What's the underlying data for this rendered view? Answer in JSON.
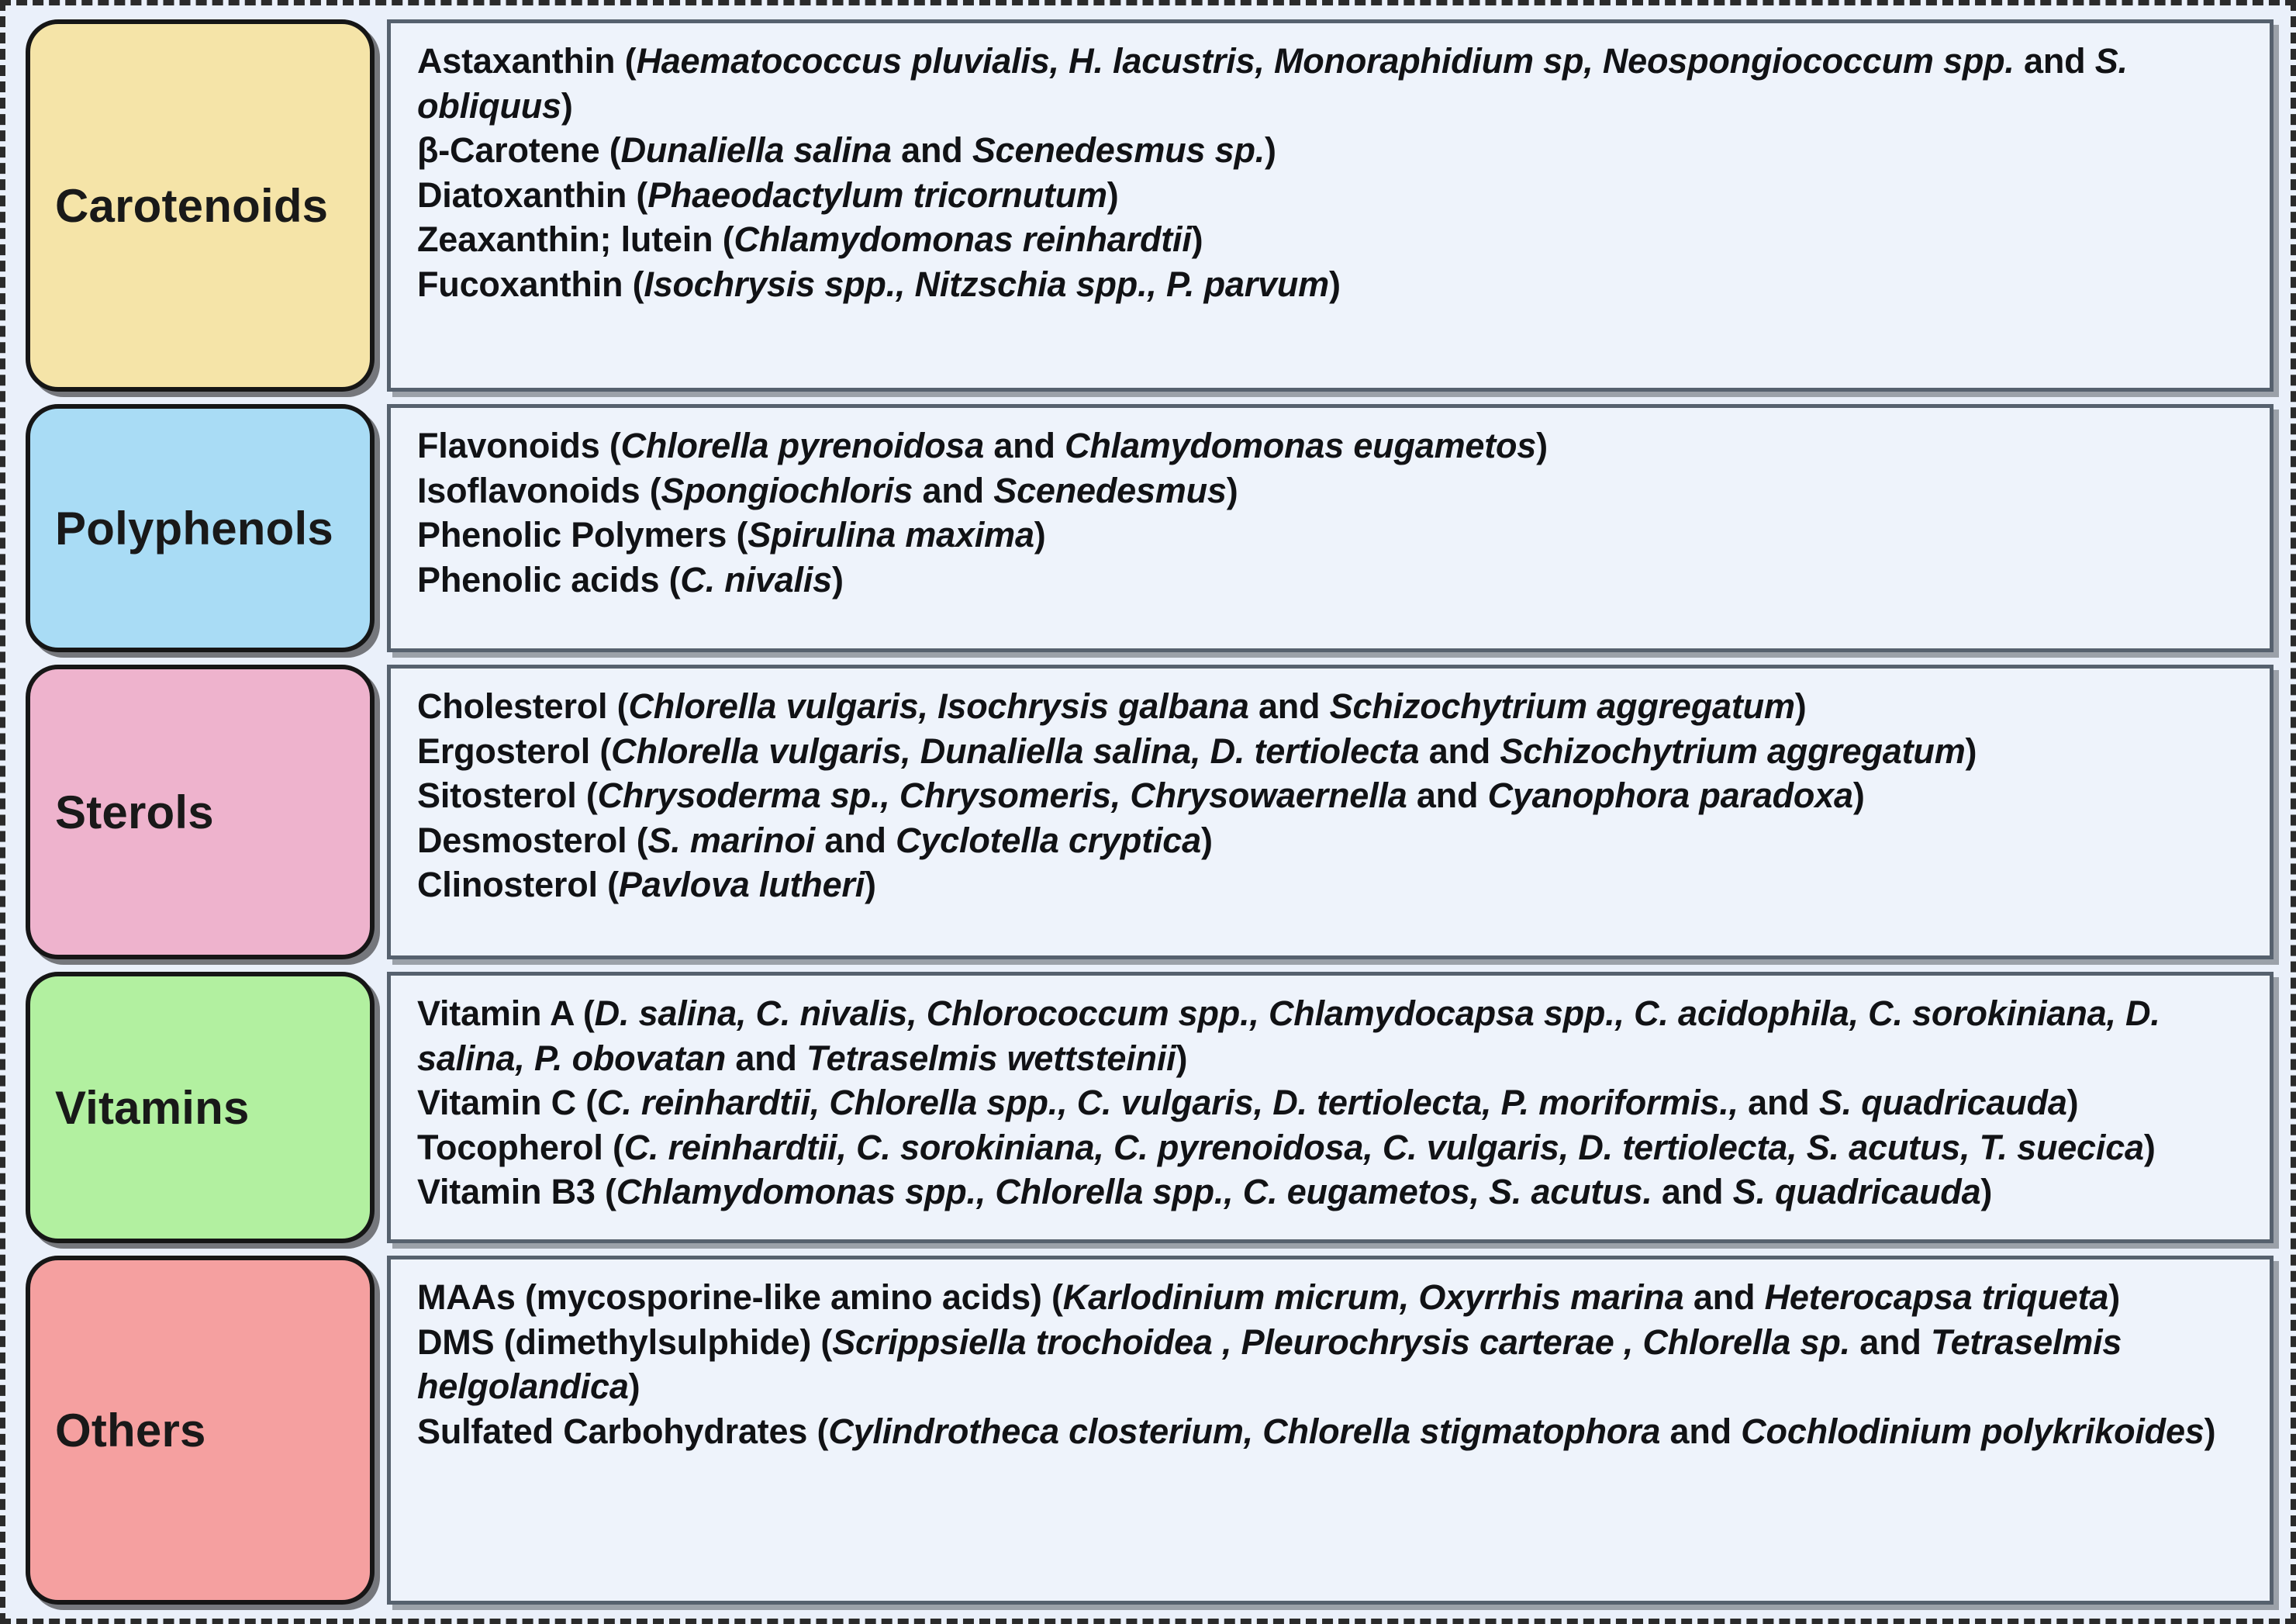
{
  "figure": {
    "background_color": "#eaf0fa",
    "outer_border_color": "#2b2b2b",
    "description_box_fill": "#eef3fb",
    "description_box_border": "#56616e"
  },
  "rows": [
    {
      "category": "Carotenoids",
      "color": "#f5e4a8",
      "entries": [
        "Astaxanthin (<i>Haematococcus pluvialis, H. lacustris, Monoraphidium sp, Neospongiococcum spp.</i> and <i>S. obliquus</i>)",
        "β-Carotene  (<i>Dunaliella salina</i>  and <i>Scenedesmus sp.</i>)",
        "Diatoxanthin (<i>Phaeodactylum tricornutum</i>)",
        "Zeaxanthin; lutein (<i>Chlamydomonas reinhardtii</i>)",
        "Fucoxanthin (<i>Isochrysis spp.,  Nitzschia spp., P. parvum</i>)"
      ]
    },
    {
      "category": "Polyphenols",
      "color": "#a9dcf5",
      "entries": [
        "Flavonoids (<i>Chlorella pyrenoidosa</i> and <i>Chlamydomonas eugametos</i>)",
        "Isoflavonoids (<i>Spongiochloris</i> and <i>Scenedesmus</i>)",
        "Phenolic Polymers (<i>Spirulina maxima</i>)",
        "Phenolic acids (<i>C. nivalis</i>)"
      ]
    },
    {
      "category": "Sterols",
      "color": "#eeb3cd",
      "entries": [
        "Cholesterol (<i>Chlorella vulgaris, Isochrysis galbana</i> and <i>Schizochytrium aggregatum</i>)",
        "Ergosterol (<i>Chlorella vulgaris, Dunaliella salina, D. tertiolecta</i> and <i>Schizochytrium aggregatum</i>)",
        "Sitosterol (<i>Chrysoderma sp., Chrysomeris, Chrysowaernella</i> and <i>Cyanophora  paradoxa</i>)",
        "Desmosterol (<i>S. marinoi</i> and <i>Cyclotella cryptica</i>)",
        "Clinosterol (<i>Pavlova lutheri</i>)"
      ]
    },
    {
      "category": "Vitamins",
      "color": "#b2f0a0",
      "entries": [
        "Vitamin A (<i>D. salina, C. nivalis, Chlorococcum spp., Chlamydocapsa spp., C. acidophila, C. sorokiniana, D. salina, P. obovatan</i> and <i>Tetraselmis wettsteinii</i>)",
        "Vitamin C (<i>C. reinhardtii, Chlorella spp., C. vulgaris, D. tertiolecta, P. moriformis.,</i> and <i>S. quadricauda</i>)",
        "Tocopherol (<i>C. reinhardtii, C. sorokiniana, C. pyrenoidosa, C. vulgaris, D. tertiolecta, S. acutus,  T. suecica</i>)",
        "Vitamin B3 (<i>Chlamydomonas spp., Chlorella spp., C. eugametos, S. acutus.</i> and <i>S. quadricauda</i>)"
      ]
    },
    {
      "category": "Others",
      "color": "#f5a0a0",
      "entries": [
        "MAAs (mycosporine-like amino acids) (<i>Karlodinium micrum, Oxyrrhis marina</i> and <i>Heterocapsa triqueta</i>)",
        "DMS (dimethylsulphide) (<i>Scrippsiella trochoidea , Pleurochrysis carterae , Chlorella sp.</i>  and <i>Tetraselmis helgolandica</i>)",
        "Sulfated Carbohydrates (<i>Cylindrotheca closterium, Chlorella stigmatophora</i> and <i>Cochlodinium polykrikoides</i>)"
      ]
    }
  ]
}
